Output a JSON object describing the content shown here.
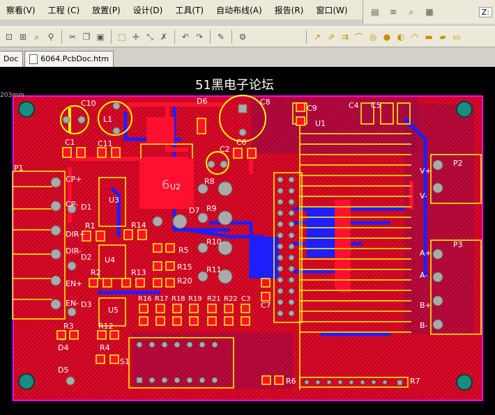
{
  "menu": {
    "items": [
      "察看(V)",
      "工程 (C)",
      "放置(P)",
      "设计(D)",
      "工具(T)",
      "自动布线(A)",
      "报告(R)",
      "窗口(W)"
    ]
  },
  "right_tool": {
    "label": "Z:"
  },
  "tabs": [
    {
      "label": "Doc"
    },
    {
      "label": "6064.PcbDoc.htm"
    }
  ],
  "pcb": {
    "title": "51黑电子论坛",
    "coord_unit": "203mm",
    "u2_mark": "6",
    "labels": [
      "C10",
      "L1",
      "D6",
      "C8",
      "C9",
      "C4",
      "C5",
      "U1",
      "C1",
      "C11",
      "U2",
      "C2",
      "C6",
      "P1",
      "CP+",
      "CP-",
      "D1",
      "U3",
      "R8",
      "R9",
      "D7",
      "P2",
      "V+",
      "V-",
      "R1",
      "R14",
      "DIR+",
      "DIR-",
      "R5",
      "R10",
      "R15",
      "R20",
      "R11",
      "U4",
      "D2",
      "R2",
      "R13",
      "EN+",
      "EN-",
      "D3",
      "U5",
      "R16",
      "R17",
      "R18",
      "R19",
      "R21",
      "R22",
      "C3",
      "C7",
      "P3",
      "A+",
      "A-",
      "B+",
      "B-",
      "R3",
      "R12",
      "D4",
      "R4",
      "S1",
      "D5",
      "R6",
      "R7"
    ]
  },
  "colors": {
    "board_red": "#c8001e",
    "outline_magenta": "#ff00ff",
    "trace_blue": "#1e1eff",
    "silk_yellow": "#ffff00",
    "pad_grey": "#aaaaaa",
    "via_teal": "#1a8c80"
  }
}
